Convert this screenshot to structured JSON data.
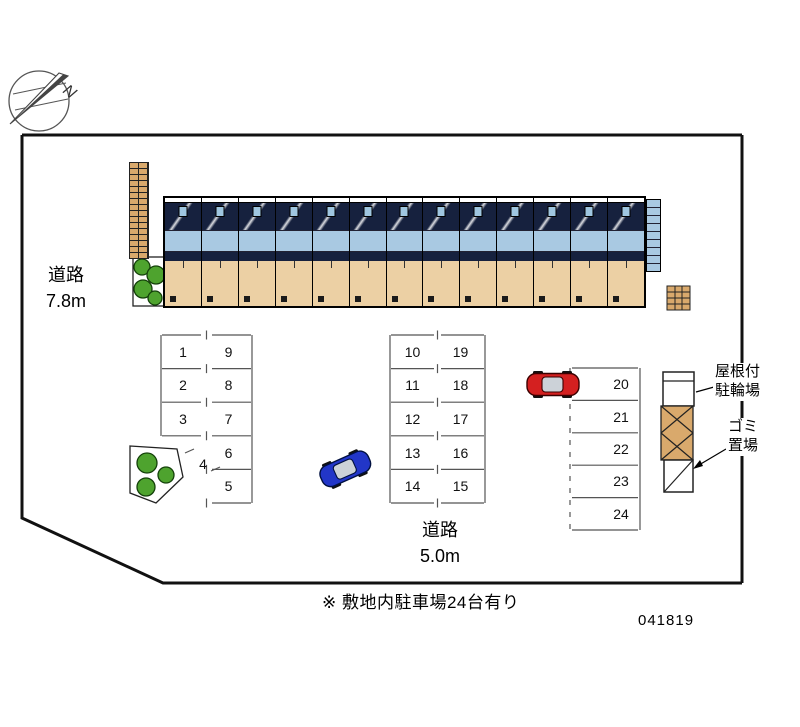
{
  "plan": {
    "note": "※ 敷地内駐車場24台有り",
    "number": "041819"
  },
  "compass": {
    "north_label": "N"
  },
  "roads": {
    "left": {
      "name": "道路",
      "width": "7.8m"
    },
    "bottom": {
      "name": "道路",
      "width": "5.0m"
    }
  },
  "facilities": {
    "bicycle_shed": {
      "line1": "屋根付",
      "line2": "駐輪場"
    },
    "garbage": {
      "line1": "ゴミ",
      "line2": "置場"
    }
  },
  "building": {
    "unit_count": 13
  },
  "parking": {
    "group_a_left": [
      "1",
      "2",
      "3"
    ],
    "group_a_right": [
      "9",
      "8",
      "7",
      "6",
      "5"
    ],
    "angled_stall": "4",
    "group_b_left": [
      "10",
      "11",
      "12",
      "13",
      "14"
    ],
    "group_b_right": [
      "19",
      "18",
      "17",
      "16",
      "15"
    ],
    "group_c": [
      "20",
      "21",
      "22",
      "23",
      "24"
    ]
  },
  "colors": {
    "tree_green": "#4ea32e",
    "tree_outline": "#14410a",
    "roof_tan": "#ecd0a4",
    "balcony_blue": "#a9c9e2",
    "dark_navy": "#16213e",
    "brick": "#d9a96c",
    "red_car": "#d42020",
    "blue_car": "#2236c8"
  }
}
